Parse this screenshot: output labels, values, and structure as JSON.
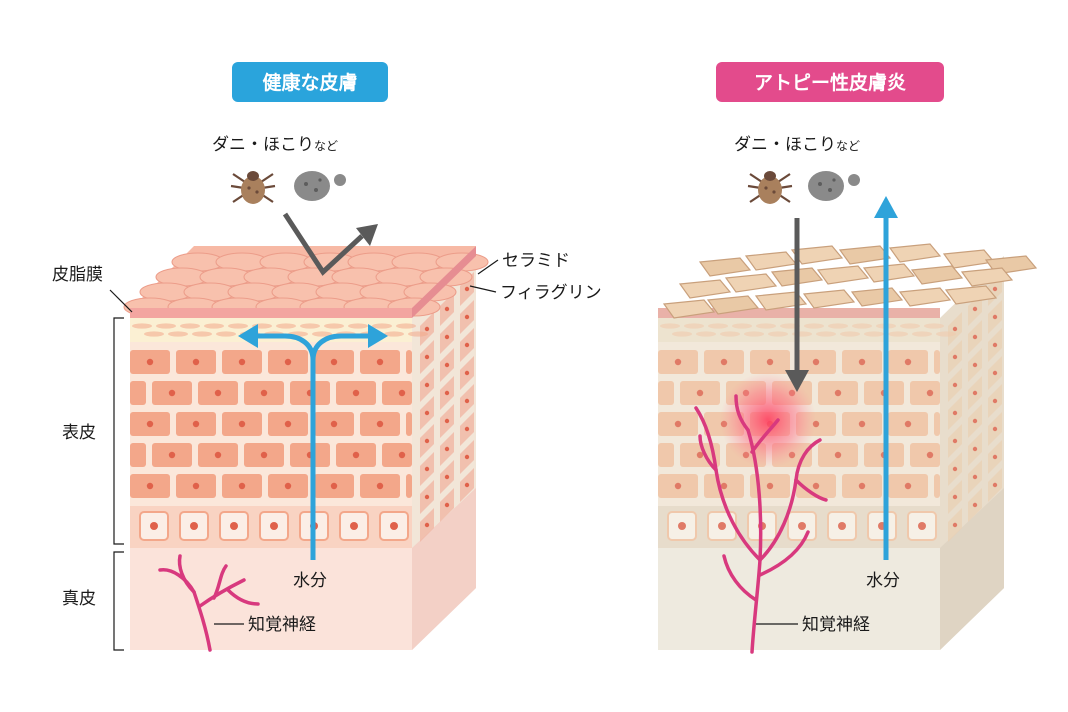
{
  "healthy": {
    "title": "健康な皮膚",
    "title_color": "#2aa4dc",
    "allergen_main": "ダニ・ほこり",
    "allergen_small": "など",
    "labels": {
      "sebum": "皮脂膜",
      "ceramide": "セラミド",
      "filaggrin": "フィラグリン",
      "epidermis": "表皮",
      "dermis": "真皮",
      "water": "水分",
      "nerve": "知覚神経"
    }
  },
  "atopic": {
    "title": "アトピー性皮膚炎",
    "title_color": "#e34b8c",
    "allergen_main": "ダニ・ほこり",
    "allergen_small": "など",
    "labels": {
      "water": "水分",
      "nerve": "知覚神経"
    }
  },
  "colors": {
    "water_arrow": "#2ea3da",
    "allergen_arrow": "#5a5a5a",
    "nerve": "#d8397e",
    "healthy_cell": "#f3a78a",
    "atopic_cell": "#f0c8ab"
  },
  "icons": [
    "mite-icon",
    "dust-icon"
  ]
}
